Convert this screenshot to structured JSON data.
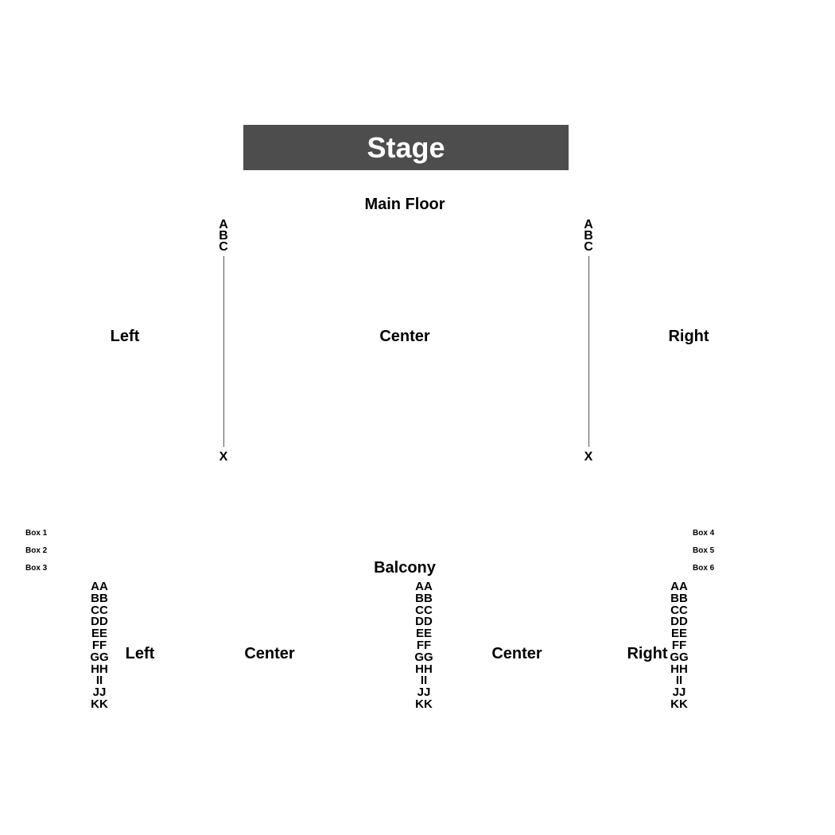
{
  "stage": {
    "label": "Stage"
  },
  "main_floor": {
    "title": "Main Floor",
    "sections": {
      "left": "Left",
      "center": "Center",
      "right": "Right"
    },
    "aisles": {
      "left": {
        "top_rows": [
          "A",
          "B",
          "C"
        ],
        "bottom_row": "X"
      },
      "right": {
        "top_rows": [
          "A",
          "B",
          "C"
        ],
        "bottom_row": "X"
      }
    }
  },
  "boxes": {
    "left": [
      "Box 1",
      "Box 2",
      "Box 3"
    ],
    "right": [
      "Box 4",
      "Box 5",
      "Box 6"
    ]
  },
  "balcony": {
    "title": "Balcony",
    "sections": {
      "left": "Left",
      "center_left": "Center",
      "center_right": "Center",
      "right": "Right"
    },
    "rows": [
      "AA",
      "BB",
      "CC",
      "DD",
      "EE",
      "FF",
      "GG",
      "HH",
      "II",
      "JJ",
      "KK"
    ]
  },
  "colors": {
    "stage_fill": "#4d4d4d",
    "stage_text": "#ffffff",
    "aisle_line": "#555555"
  }
}
